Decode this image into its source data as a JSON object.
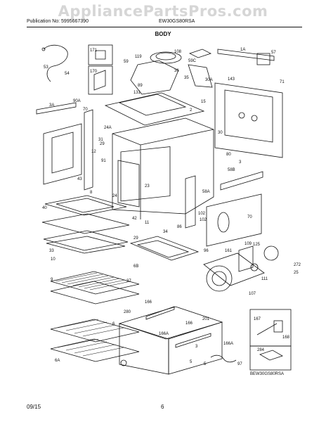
{
  "watermark": "AppliancePartsPros.com",
  "header": {
    "publication": "Publication No: 5995667390",
    "model": "EW30GS80RSA",
    "section_title": "BODY"
  },
  "footer": {
    "date": "09/15",
    "page": "6"
  },
  "model_caption": "BEW30GS80RSA",
  "callouts": [
    "108",
    "171",
    "1A",
    "57",
    "119",
    "59",
    "170",
    "59C",
    "53",
    "54",
    "36",
    "35",
    "89",
    "131",
    "30A",
    "143",
    "71",
    "3A",
    "90A",
    "70",
    "2",
    "15",
    "24A",
    "31",
    "30",
    "80",
    "29",
    "12",
    "91",
    "58B",
    "3",
    "23",
    "43",
    "8",
    "24",
    "58A",
    "102",
    "40",
    "42",
    "29",
    "11",
    "86",
    "102",
    "70",
    "34",
    "96",
    "161",
    "109",
    "125",
    "272",
    "25",
    "33",
    "6B",
    "10",
    "37",
    "111",
    "9",
    "107",
    "280",
    "166",
    "201",
    "166A",
    "166",
    "5",
    "167",
    "168",
    "6",
    "6A",
    "166A",
    "284",
    "5",
    "97",
    "3"
  ],
  "callout_positions_note": ""
}
